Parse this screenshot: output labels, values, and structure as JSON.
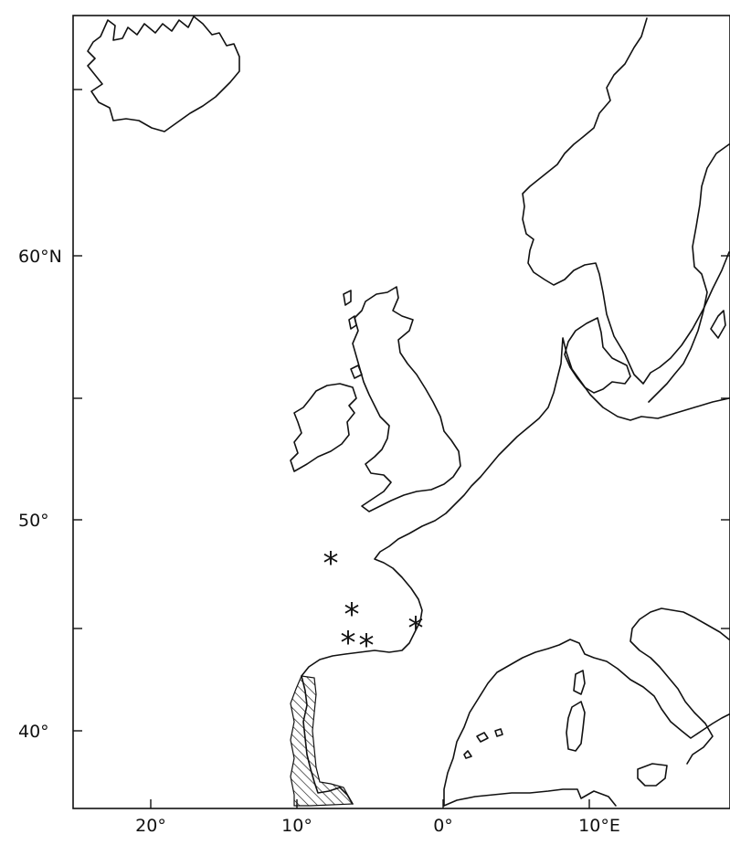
{
  "map": {
    "lat_labels": [
      "60°N",
      "50°",
      "40°"
    ],
    "lon_labels": [
      "20°",
      "10°",
      "0°",
      "10°E"
    ],
    "marker_symbol": "*"
  }
}
